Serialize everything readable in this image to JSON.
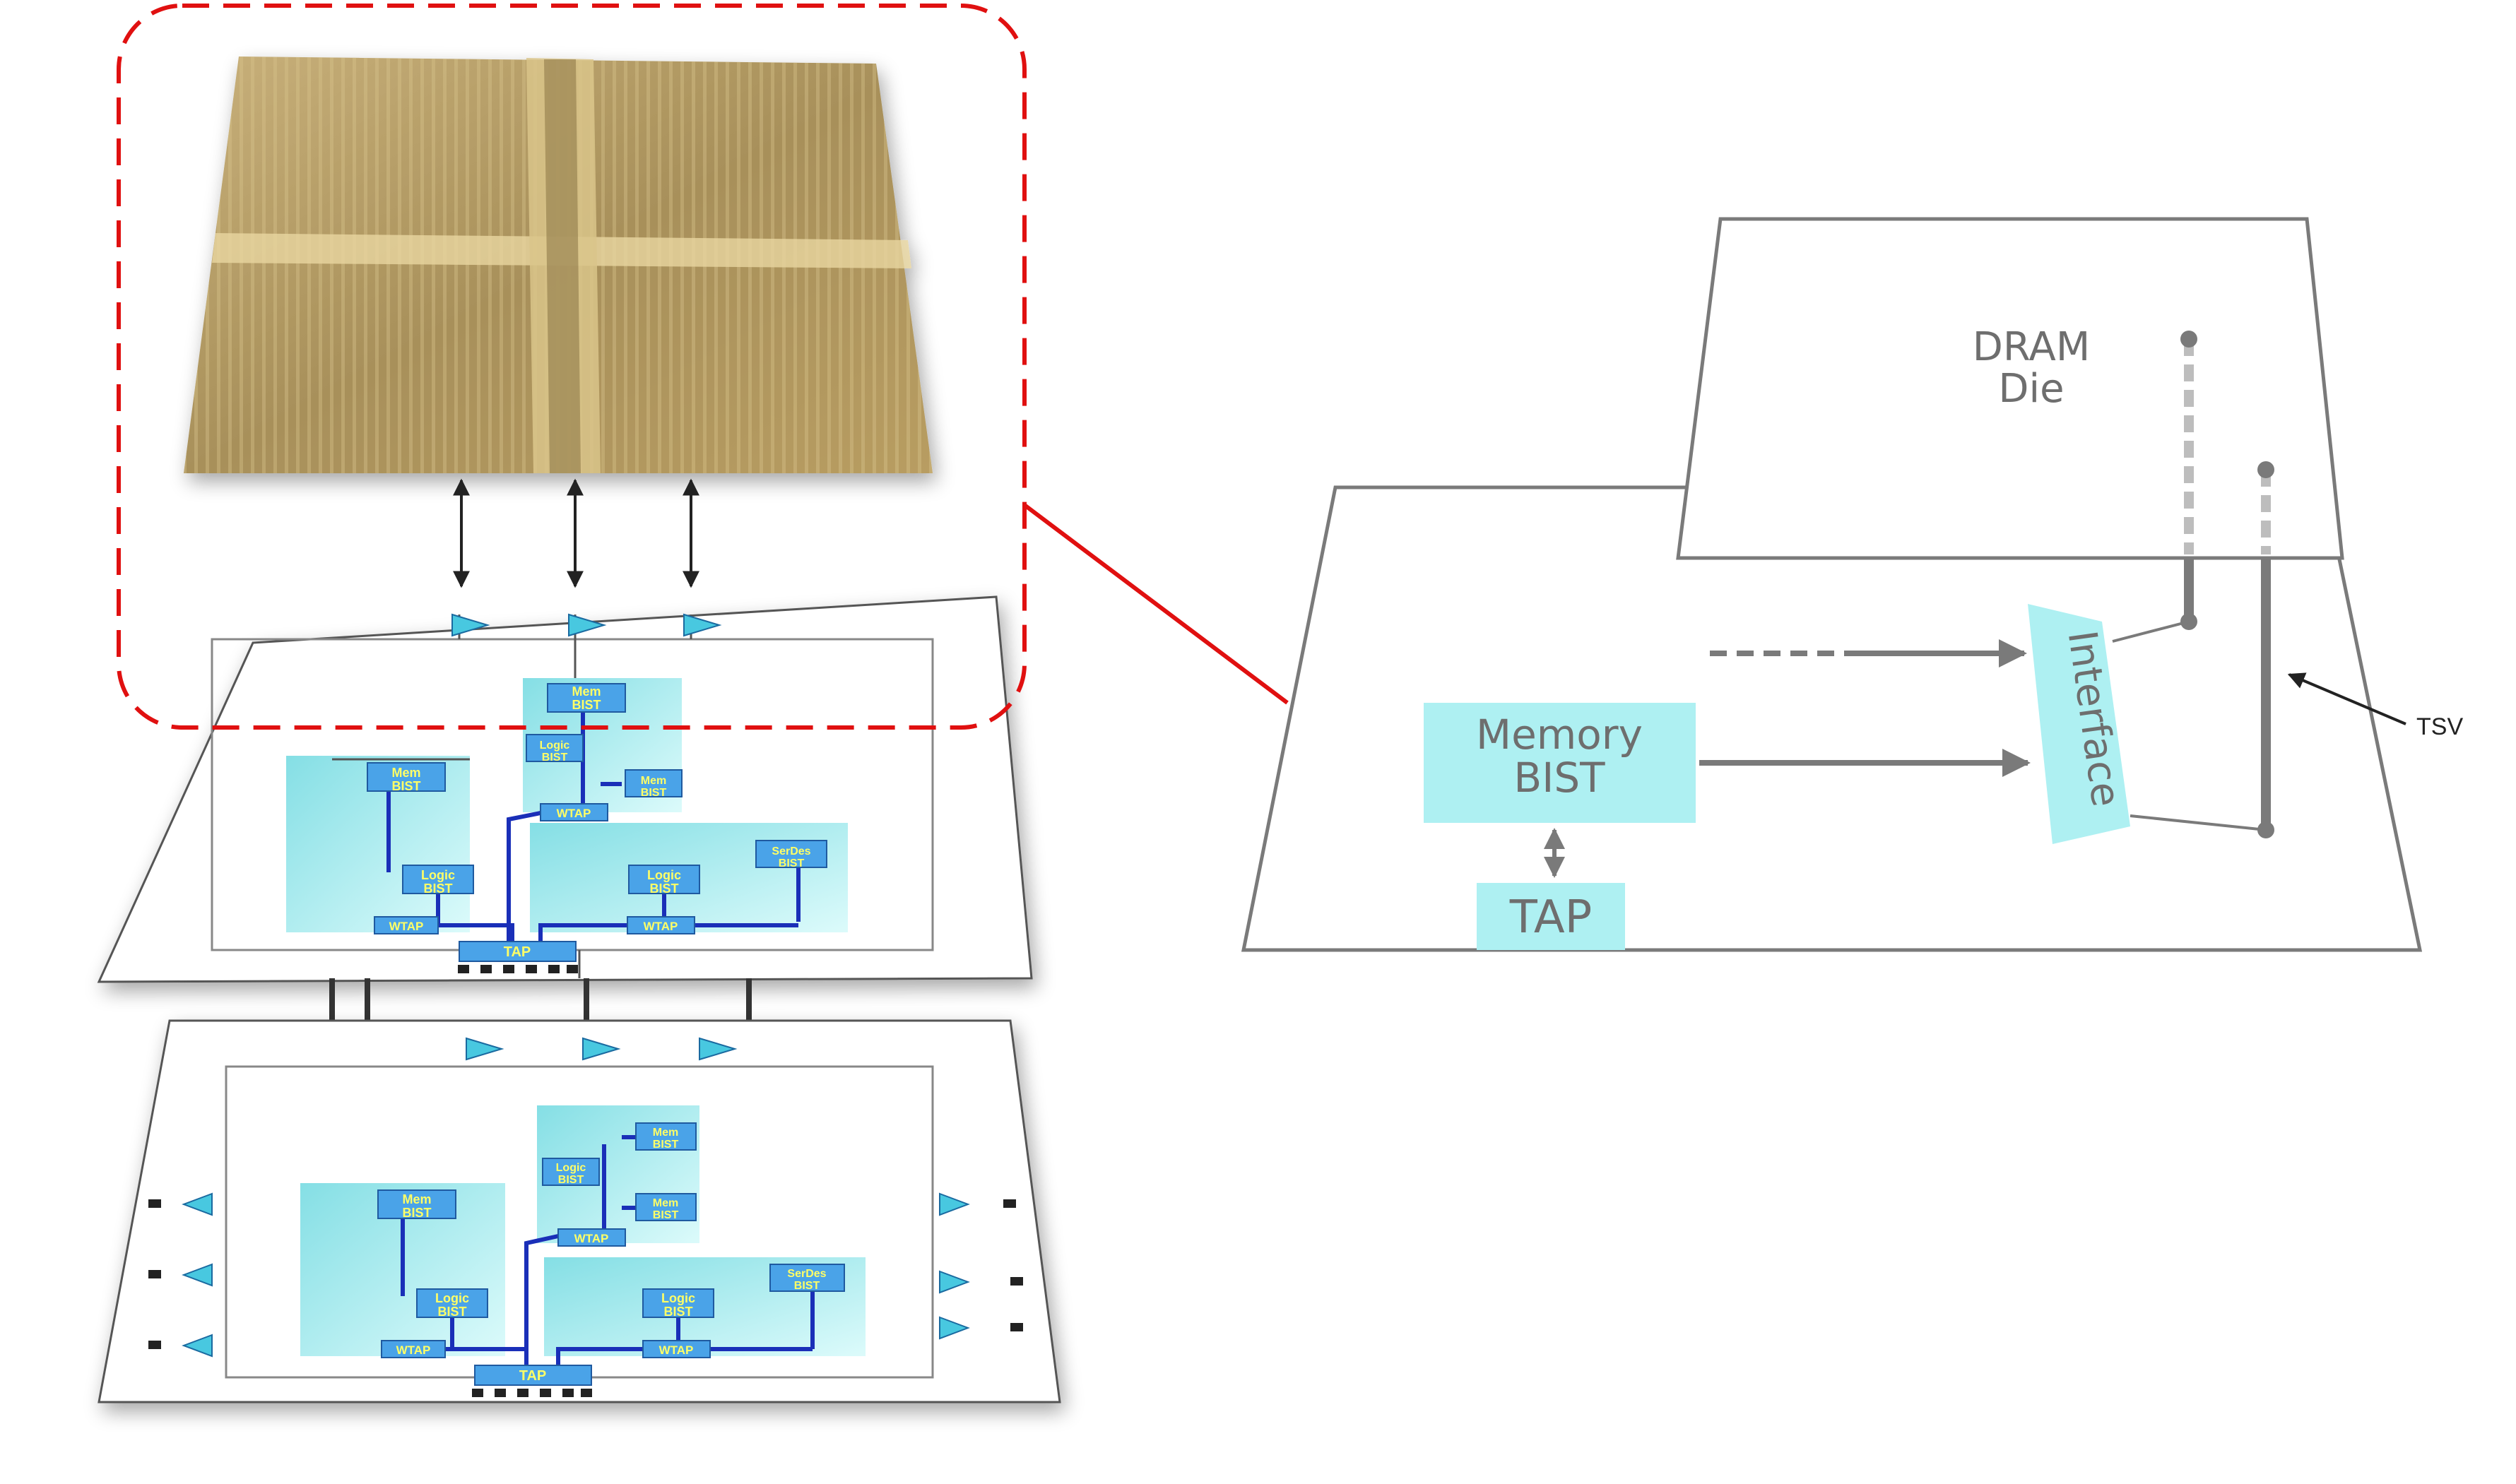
{
  "lower_stack": {
    "mem_bist": "Mem\nBIST",
    "logic_bist": "Logic\nBIST",
    "serdes_bist": "SerDes\nBIST",
    "wtap": "WTAP",
    "tap": "TAP"
  },
  "detail": {
    "dram_die": "DRAM\nDie",
    "memory_bist": "Memory\nBIST",
    "tap": "TAP",
    "interface": "Interface",
    "tsv": "TSV"
  },
  "colors": {
    "highlight": "#e01010",
    "block": "#4aa3e8",
    "block_text": "#ffff66",
    "wire": "#1a2fb8",
    "region": "#b8eef0",
    "detail_line": "#7a7a7a",
    "detail_text": "#6e6e6e",
    "interface_box": "#aef0f2"
  }
}
